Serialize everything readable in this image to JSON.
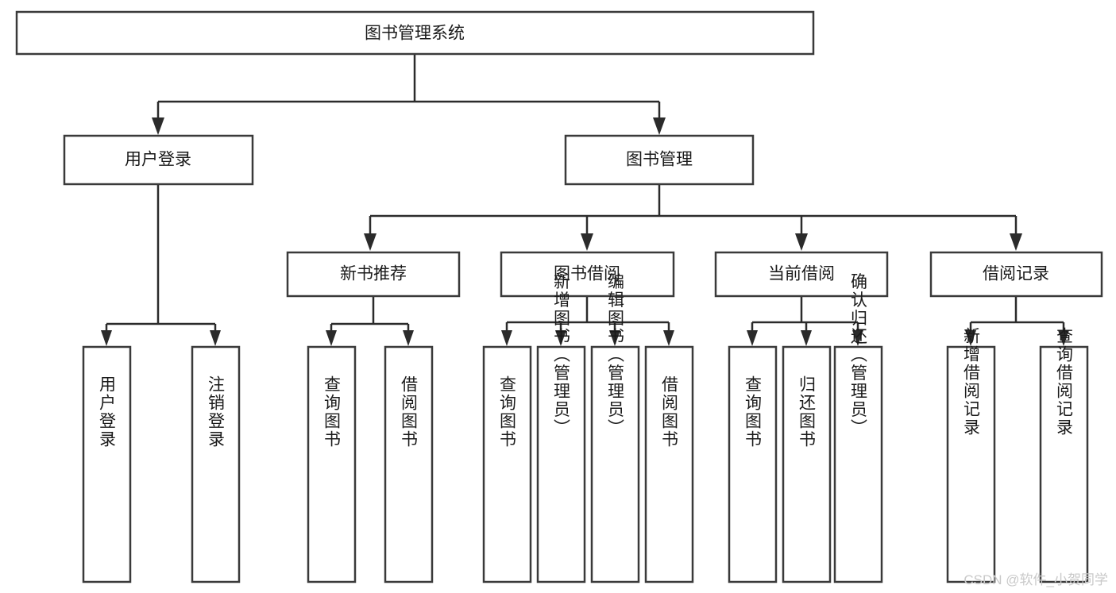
{
  "diagram": {
    "type": "tree-hierarchy",
    "title": "图书管理系统",
    "orientation": "top-down",
    "style": {
      "box_fill": "#ffffff",
      "box_stroke": "#3a3a3a",
      "connector_color": "#2b2b2b",
      "text_color": "#1a1a1a",
      "background": "#ffffff",
      "watermark_color": "#c9c9c9"
    },
    "levels": {
      "root": "图书管理系统",
      "level2": [
        "用户登录",
        "图书管理"
      ],
      "level3": [
        "新书推荐",
        "图书借阅",
        "当前借阅",
        "借阅记录"
      ],
      "level4": [
        "用户登录",
        "注销登录",
        "查询图书",
        "借阅图书",
        "查询图书",
        "新增图书（管理员）",
        "编辑图书（管理员）",
        "借阅图书",
        "查询图书",
        "归还图书",
        "确认归还（管理员）",
        "新增借阅记录",
        "查询借阅记录"
      ]
    },
    "nodes": {
      "root": {
        "label": "图书管理系统"
      },
      "user_login": {
        "label": "用户登录"
      },
      "book_manage": {
        "label": "图书管理"
      },
      "new_book_rec": {
        "label": "新书推荐"
      },
      "book_borrow": {
        "label": "图书借阅"
      },
      "current_borrow": {
        "label": "当前借阅"
      },
      "borrow_record": {
        "label": "借阅记录"
      },
      "leaf_user_login": {
        "label": "用户登录"
      },
      "leaf_logout": {
        "label": "注销登录"
      },
      "leaf_query_book_1": {
        "label": "查询图书"
      },
      "leaf_borrow_book_1": {
        "label": "借阅图书"
      },
      "leaf_query_book_2": {
        "label": "查询图书"
      },
      "leaf_add_book": {
        "label": "新增图书（管理员）"
      },
      "leaf_edit_book": {
        "label": "编辑图书（管理员）"
      },
      "leaf_borrow_book_2": {
        "label": "借阅图书"
      },
      "leaf_query_book_3": {
        "label": "查询图书"
      },
      "leaf_return_book": {
        "label": "归还图书"
      },
      "leaf_confirm_return": {
        "label": "确认归还（管理员）"
      },
      "leaf_add_record": {
        "label": "新增借阅记录"
      },
      "leaf_query_record": {
        "label": "查询借阅记录"
      }
    }
  },
  "watermark": {
    "text": "CSDN @软件_小贺同学"
  }
}
